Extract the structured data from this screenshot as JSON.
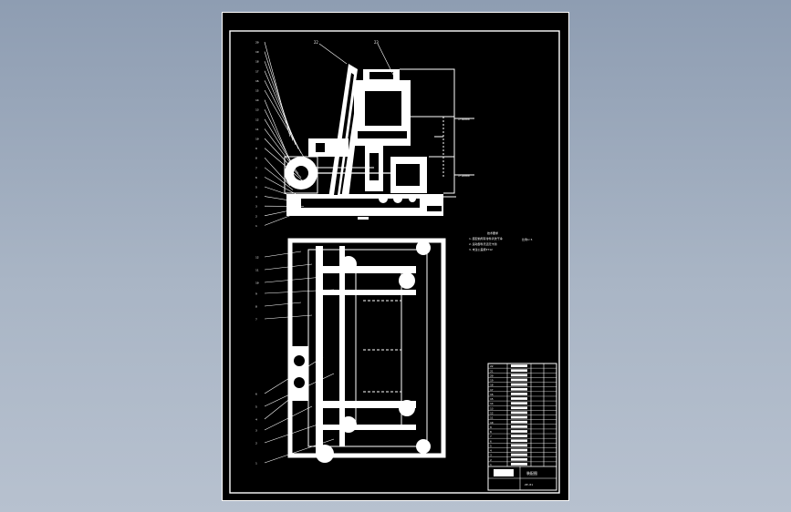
{
  "colors": {
    "background_top": "#8e9db2",
    "background_bottom": "#b7c1cf",
    "sheet": "#000000",
    "ink": "#ffffff"
  },
  "drawing": {
    "balloons_left": [
      "20",
      "19",
      "18",
      "17",
      "16",
      "15",
      "14",
      "13",
      "12",
      "11",
      "10",
      "9",
      "8",
      "7",
      "6",
      "5",
      "4",
      "3",
      "2",
      "1"
    ],
    "balloons_plan": [
      "12",
      "11",
      "10",
      "9",
      "8",
      "7",
      "6",
      "5",
      "4",
      "3",
      "2",
      "1"
    ],
    "top_balloons": [
      "22",
      "23"
    ],
    "dimension_notes": [
      "1:50000",
      "1:10000"
    ],
    "notes": {
      "heading": "技术要求",
      "lines": [
        "1.装配前所有零件清洗干净",
        "2.运动部件灵活无卡滞",
        "3.未注公差按IT12"
      ],
      "scale_label": "比例1:5"
    },
    "title_block": {
      "part_rows": [
        "22",
        "21",
        "20",
        "19",
        "18",
        "17",
        "16",
        "15",
        "14",
        "13",
        "12",
        "11",
        "10",
        "9",
        "8",
        "7",
        "6",
        "5",
        "4",
        "3",
        "2",
        "1"
      ],
      "title": "装配图",
      "drawing_no": "ZP-01"
    }
  }
}
